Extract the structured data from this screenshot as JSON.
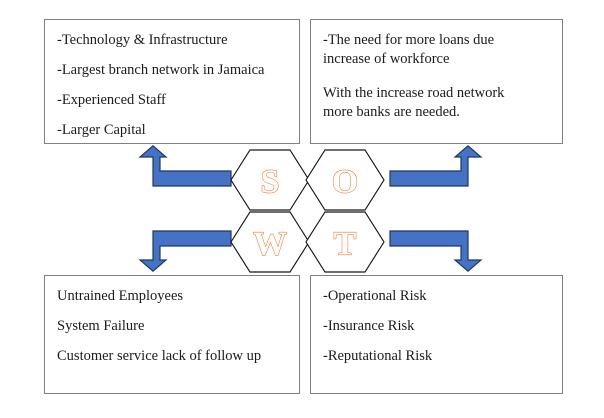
{
  "diagram": {
    "type": "swot-analysis",
    "accent_arrow_color": "#4472C4",
    "arrow_outline_color": "#1F3864",
    "letter_color": "#ED7D31",
    "box_border_color": "#808080",
    "hexagon_outline_color": "#17171A",
    "background_color": "#FFFFFF"
  },
  "quadrants": {
    "strengths": {
      "key": "S",
      "lines": [
        "-Technology & Infrastructure",
        "-Largest branch network in Jamaica",
        "-Experienced Staff",
        "-Larger Capital"
      ]
    },
    "opportunities": {
      "key": "O",
      "lines": [
        "-The need for more loans due",
        "increase of workforce",
        "With the increase road network",
        "more banks are needed."
      ]
    },
    "weaknesses": {
      "key": "W",
      "lines": [
        "Untrained Employees",
        "System Failure",
        "Customer service lack of follow up"
      ]
    },
    "threats": {
      "key": "T",
      "lines": [
        "-Operational Risk",
        "-Insurance Risk",
        "-Reputational Risk"
      ]
    }
  },
  "icons": {
    "arrow_up_left": "bent-arrow-up-left-icon",
    "arrow_up_right": "bent-arrow-up-right-icon",
    "arrow_down_left": "bent-arrow-down-left-icon",
    "arrow_down_right": "bent-arrow-down-right-icon"
  }
}
